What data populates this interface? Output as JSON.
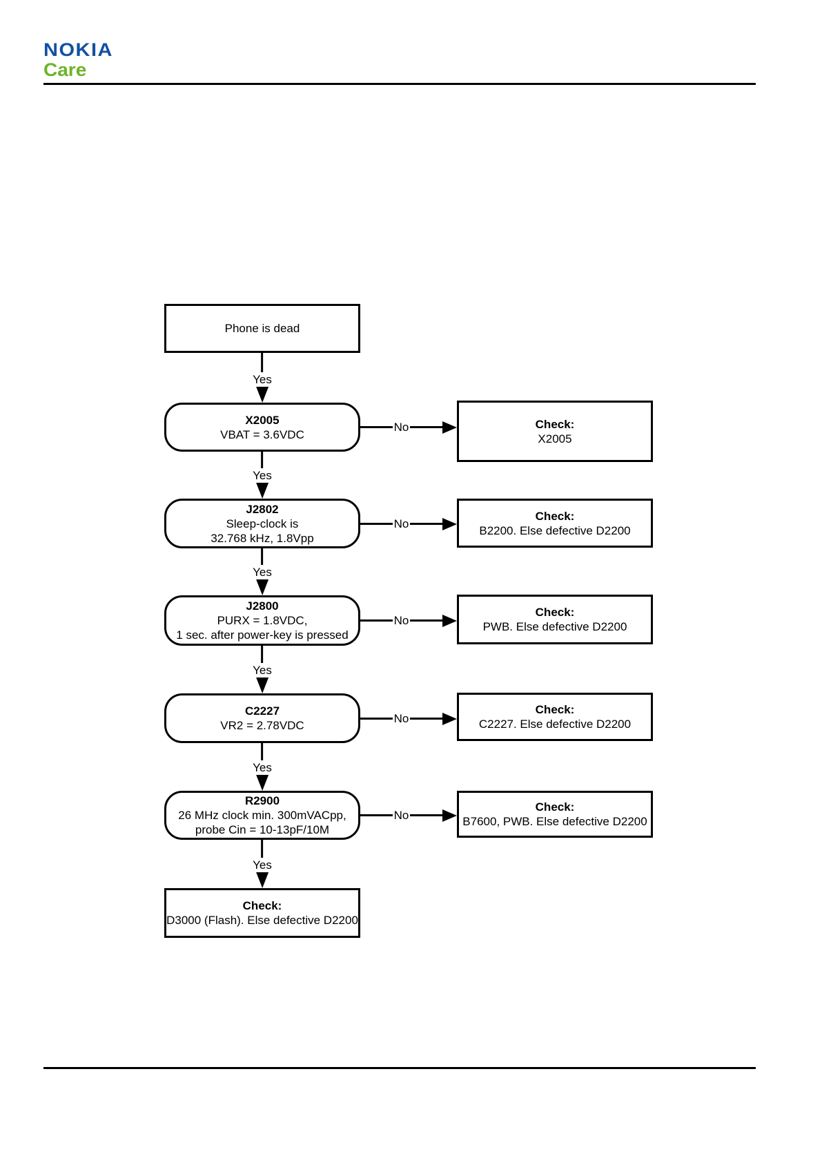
{
  "header": {
    "brand": "NOKIA",
    "sub_brand": "Care"
  },
  "colors": {
    "nokia_blue": "#1251a2",
    "care_green": "#6db32a",
    "line_black": "#000000",
    "page_bg": "#ffffff"
  },
  "flowchart": {
    "yes_label": "Yes",
    "no_label": "No",
    "start": {
      "text": "Phone is dead"
    },
    "steps": [
      {
        "name": "X2005",
        "lines": [
          "VBAT = 3.6VDC"
        ],
        "check_title": "Check:",
        "check_detail": "X2005"
      },
      {
        "name": "J2802",
        "lines": [
          "Sleep-clock is",
          "32.768 kHz, 1.8Vpp"
        ],
        "check_title": "Check:",
        "check_detail": "B2200. Else defective D2200"
      },
      {
        "name": "J2800",
        "lines": [
          "PURX = 1.8VDC,",
          "1 sec. after power-key is pressed"
        ],
        "check_title": "Check:",
        "check_detail": "PWB. Else defective D2200"
      },
      {
        "name": "C2227",
        "lines": [
          "VR2 = 2.78VDC"
        ],
        "check_title": "Check:",
        "check_detail": "C2227. Else defective D2200"
      },
      {
        "name": "R2900",
        "lines": [
          "26 MHz clock min. 300mVACpp,",
          "probe Cin = 10-13pF/10M"
        ],
        "check_title": "Check:",
        "check_detail": "B7600, PWB. Else defective D2200"
      }
    ],
    "end": {
      "title": "Check:",
      "detail": "D3000 (Flash). Else defective D2200"
    }
  }
}
